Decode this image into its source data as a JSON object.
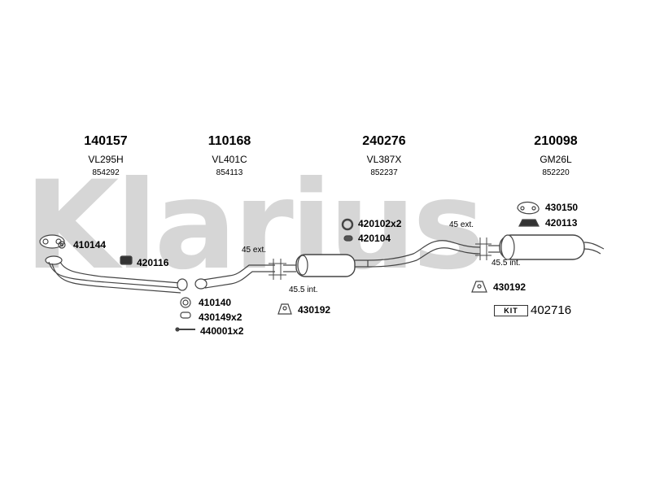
{
  "watermark": "Klarius",
  "sections": [
    {
      "part_number": "140157",
      "code": "VL295H",
      "ref": "854292"
    },
    {
      "part_number": "110168",
      "code": "VL401C",
      "ref": "854113"
    },
    {
      "part_number": "240276",
      "code": "VL387X",
      "ref": "852237"
    },
    {
      "part_number": "210098",
      "code": "GM26L",
      "ref": "852220"
    }
  ],
  "parts": {
    "p410144": "410144",
    "p420116": "420116",
    "p410140": "410140",
    "p430149": "430149x2",
    "p440001": "440001x2",
    "p430192a": "430192",
    "p420102": "420102x2",
    "p420104": "420104",
    "p430150": "430150",
    "p420113": "420113",
    "p430192b": "430192"
  },
  "notes": {
    "ext1": "45 ext.",
    "int1": "45.5 int.",
    "ext2": "45 ext.",
    "int2": "45.5 int."
  },
  "kit": {
    "label": "KIT",
    "number": "402716"
  }
}
